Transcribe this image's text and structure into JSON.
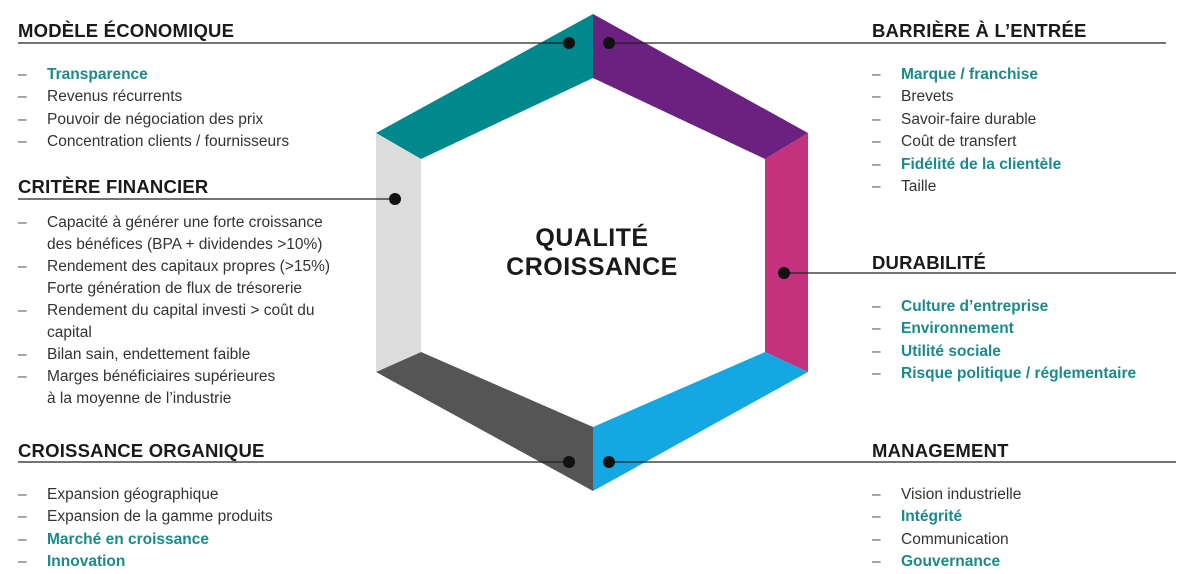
{
  "center": {
    "line1": "QUALITÉ",
    "line2": "CROISSANCE"
  },
  "colors": {
    "teal": "#00898d",
    "purple": "#6a2180",
    "magenta": "#c4317d",
    "blue": "#15a7e2",
    "dark_gray": "#555555",
    "light_gray": "#dcdcdc",
    "highlight_text": "#1a8a8a"
  },
  "sections": {
    "modele": {
      "title": "MODÈLE ÉCONOMIQUE",
      "items": [
        {
          "text": "Transparence",
          "highlight": true
        },
        {
          "text": "Revenus récurrents",
          "highlight": false
        },
        {
          "text": "Pouvoir de négociation des prix",
          "highlight": false
        },
        {
          "text": "Concentration clients / fournisseurs",
          "highlight": false
        }
      ]
    },
    "critere": {
      "title": "CRITÈRE FINANCIER",
      "items": [
        {
          "text": "Capacité à générer une forte croissance",
          "highlight": false
        },
        {
          "text": "des bénéfices (BPA + dividendes >10%)",
          "highlight": false,
          "continuation": true
        },
        {
          "text": "Rendement des capitaux propres (>15%)",
          "highlight": false
        },
        {
          "text": "Forte génération de flux de trésorerie",
          "highlight": false,
          "continuation": true
        },
        {
          "text": "Rendement du capital investi > coût du",
          "highlight": false
        },
        {
          "text": "capital",
          "highlight": false,
          "continuation": true
        },
        {
          "text": "Bilan sain, endettement faible",
          "highlight": false
        },
        {
          "text": "Marges bénéficiaires supérieures",
          "highlight": false
        },
        {
          "text": "à la moyenne de l’industrie",
          "highlight": false,
          "continuation": true
        }
      ]
    },
    "croissance": {
      "title": "CROISSANCE ORGANIQUE",
      "items": [
        {
          "text": "Expansion géographique",
          "highlight": false
        },
        {
          "text": "Expansion de la gamme produits",
          "highlight": false
        },
        {
          "text": "Marché en croissance",
          "highlight": true
        },
        {
          "text": "Innovation",
          "highlight": true
        }
      ]
    },
    "barriere": {
      "title": "BARRIÈRE À L’ENTRÉE",
      "items": [
        {
          "text": "Marque / franchise",
          "highlight": true
        },
        {
          "text": "Brevets",
          "highlight": false
        },
        {
          "text": "Savoir-faire durable",
          "highlight": false
        },
        {
          "text": "Coût de transfert",
          "highlight": false
        },
        {
          "text": "Fidélité de la clientèle",
          "highlight": true
        },
        {
          "text": "Taille",
          "highlight": false
        }
      ]
    },
    "durabilite": {
      "title": "DURABILITÉ",
      "items": [
        {
          "text": "Culture d’entreprise",
          "highlight": true
        },
        {
          "text": "Environnement",
          "highlight": true
        },
        {
          "text": "Utilité sociale",
          "highlight": true
        },
        {
          "text": "Risque politique / réglementaire",
          "highlight": true
        }
      ]
    },
    "management": {
      "title": "MANAGEMENT",
      "items": [
        {
          "text": "Vision industrielle",
          "highlight": false
        },
        {
          "text": "Intégrité",
          "highlight": true
        },
        {
          "text": "Communication",
          "highlight": false
        },
        {
          "text": "Gouvernance",
          "highlight": true
        }
      ]
    }
  }
}
